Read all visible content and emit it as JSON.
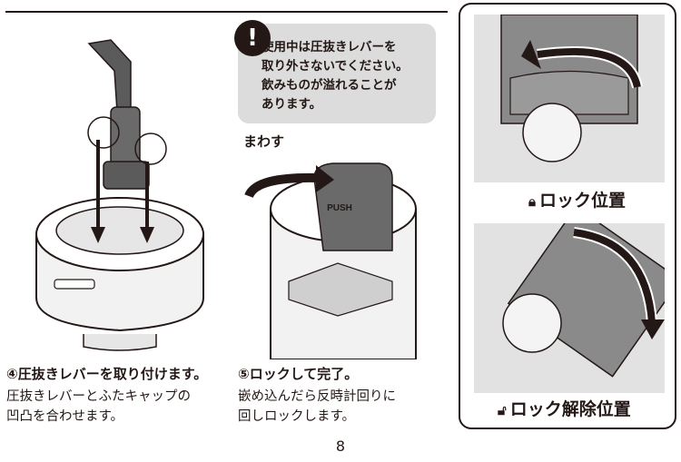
{
  "warning": {
    "icon": "exclamation-icon",
    "lines": [
      "使用中は圧抜きレバーを",
      "取り外さないでください。",
      "飲みものが溢れることが",
      "あります。"
    ]
  },
  "illustration_label": "まわす",
  "push_label": "PUSH",
  "steps": [
    {
      "title": "④圧抜きレバーを取り付けます。",
      "desc_lines": [
        "圧抜きレバーとふたキャップの",
        "凹凸を合わせます。"
      ]
    },
    {
      "title": "⑤ロックして完了。",
      "desc_lines": [
        "嵌め込んだら反時計回りに",
        "回しロックします。"
      ]
    }
  ],
  "panel": {
    "lock_label": "ロック位置",
    "lock_icon": "lock-closed-icon",
    "unlock_label": "ロック解除位置",
    "unlock_icon": "lock-open-icon"
  },
  "page_number": "8",
  "colors": {
    "ink": "#231815",
    "warning_bg": "#dcdcdc",
    "part_dark": "#5b5b5b",
    "part_light": "#eeeeee"
  }
}
